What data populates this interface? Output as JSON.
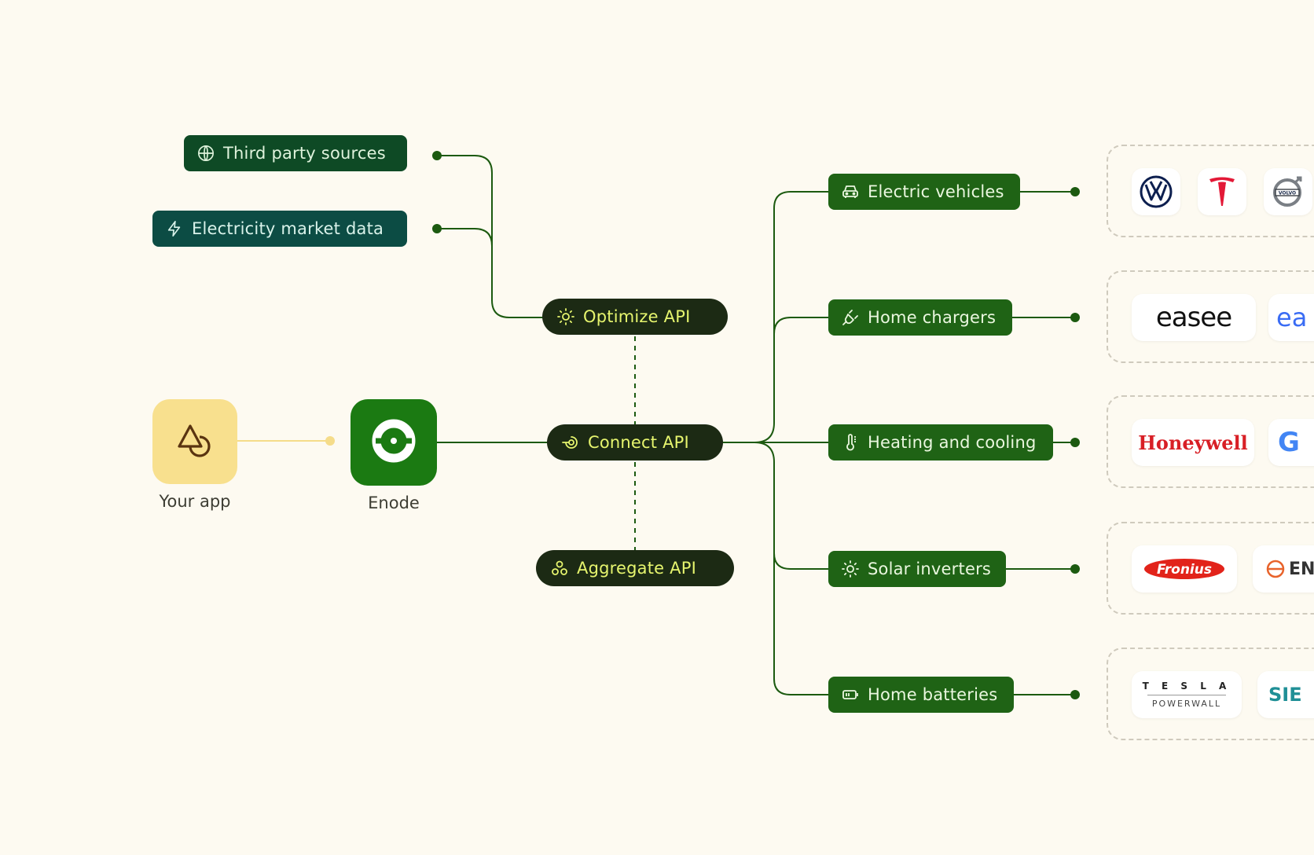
{
  "sources": [
    {
      "label": "Third party sources",
      "icon": "globe-icon"
    },
    {
      "label": "Electricity market data",
      "icon": "lightning-icon"
    }
  ],
  "apis": {
    "optimize": {
      "label": "Optimize API",
      "icon": "sun-icon"
    },
    "connect": {
      "label": "Connect API",
      "icon": "connect-icon"
    },
    "aggregate": {
      "label": "Aggregate API",
      "icon": "aggregate-icon"
    }
  },
  "nodes": {
    "your_app": {
      "label": "Your app",
      "icon": "shapes-icon"
    },
    "enode": {
      "label": "Enode",
      "icon": "enode-logo-icon"
    }
  },
  "categories": [
    {
      "label": "Electric vehicles",
      "icon": "car-icon"
    },
    {
      "label": "Home chargers",
      "icon": "plug-icon"
    },
    {
      "label": "Heating and cooling",
      "icon": "thermometer-icon"
    },
    {
      "label": "Solar inverters",
      "icon": "sun-icon"
    },
    {
      "label": "Home batteries",
      "icon": "battery-icon"
    }
  ],
  "brands": {
    "ev": [
      "Volkswagen logo",
      "Tesla logo",
      "Volvo logo"
    ],
    "chargers": {
      "easee": "easee",
      "partial": "ea"
    },
    "heating": {
      "honeywell": "Honeywell",
      "partial": "G"
    },
    "solar": {
      "fronius": "Fronius",
      "partial": "EN"
    },
    "batteries": {
      "tesla_top": "T E S L A",
      "tesla_bottom": "POWERWALL",
      "partial": "SIE"
    }
  },
  "colors": {
    "background": "#fdfaf1",
    "api_pill": "#1c2a14",
    "api_text": "#e6f56e",
    "category_pill": "#1f6315",
    "source_dark": "#0e4a25",
    "source_teal": "#0c4c44",
    "your_app_tile": "#f8e08e",
    "enode_tile": "#1b7a12",
    "wire": "#1c5a10"
  }
}
